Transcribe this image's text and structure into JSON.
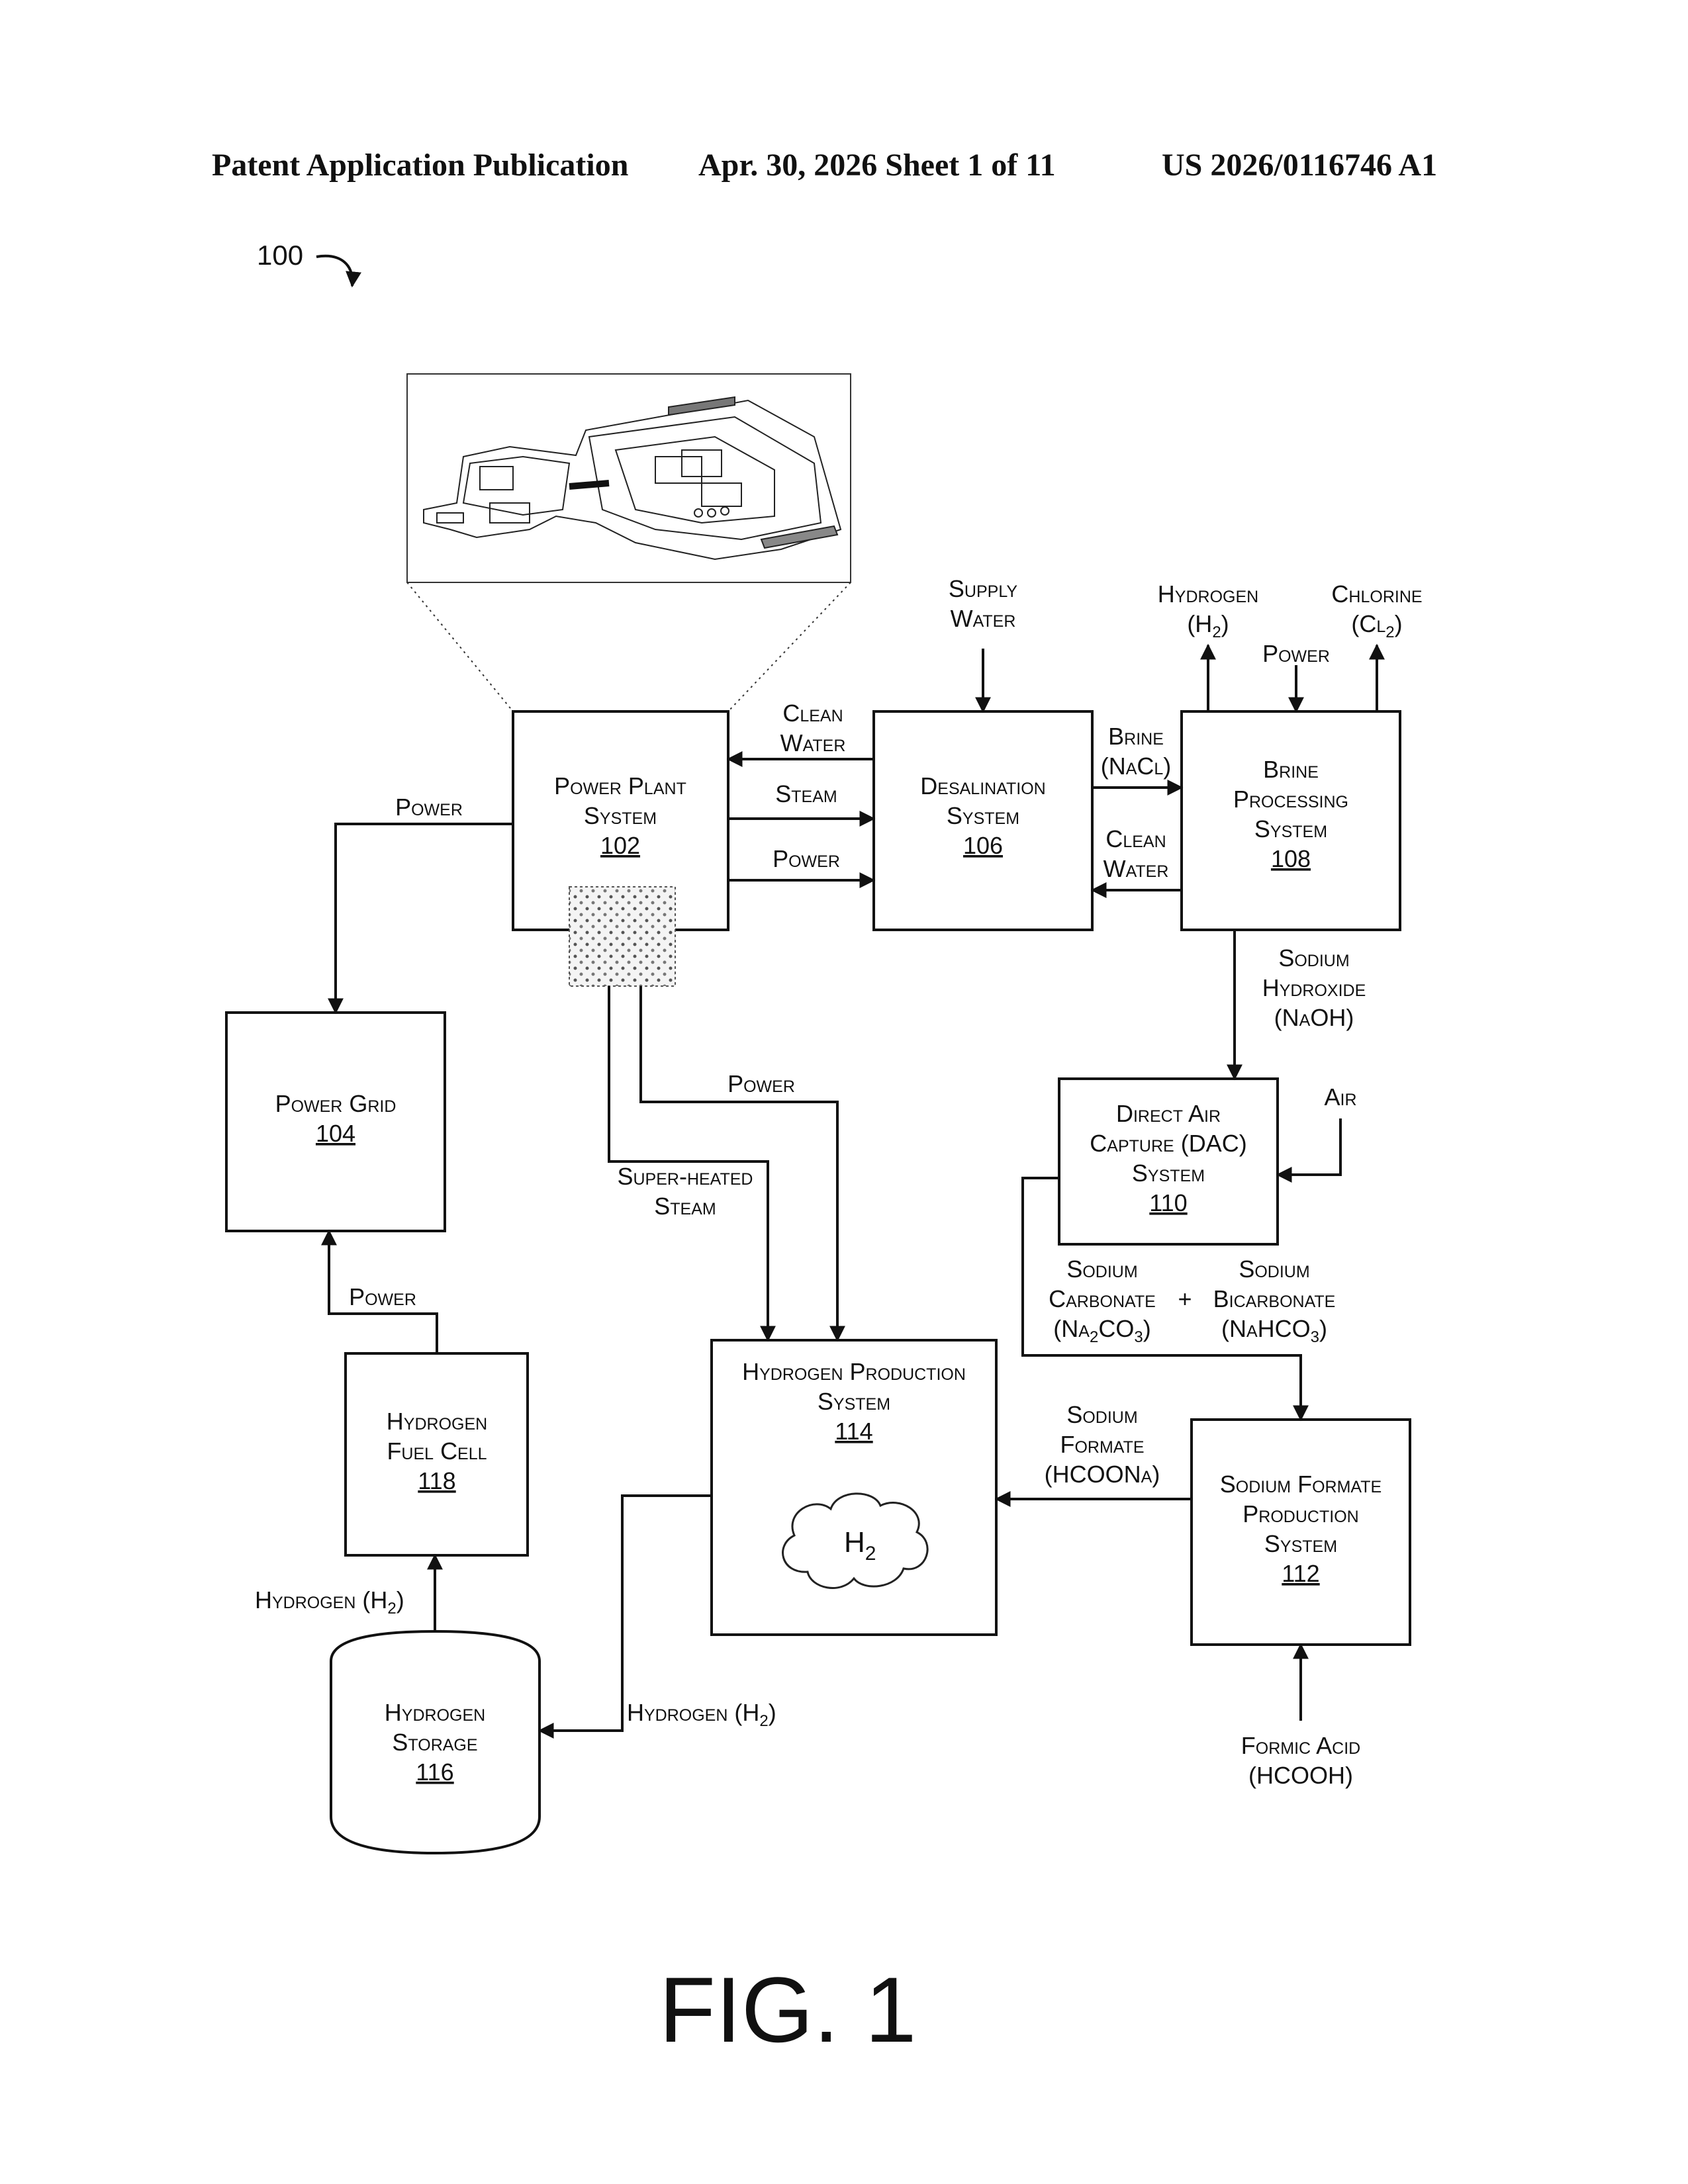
{
  "header": {
    "left": "Patent Application Publication",
    "middle": "Apr. 30, 2026  Sheet 1 of 11",
    "right": "US 2026/0116746 A1"
  },
  "figure_ref": "100",
  "figure_caption": "FIG. 1",
  "blocks": {
    "power_plant": {
      "l1": "Power Plant",
      "l2": "System",
      "num": "102"
    },
    "power_grid": {
      "l1": "Power Grid",
      "num": "104"
    },
    "desalination": {
      "l1": "Desalination",
      "l2": "System",
      "num": "106"
    },
    "brine": {
      "l1": "Brine",
      "l2": "Processing",
      "l3": "System",
      "num": "108"
    },
    "dac": {
      "l1": "Direct Air",
      "l2": "Capture (DAC)",
      "l3": "System",
      "num": "110"
    },
    "formate": {
      "l1": "Sodium Formate",
      "l2": "Production",
      "l3": "System",
      "num": "112"
    },
    "h2prod": {
      "l1": "Hydrogen Production",
      "l2": "System",
      "num": "114",
      "cloud": "H",
      "cloud_sub": "2"
    },
    "storage": {
      "l1": "Hydrogen",
      "l2": "Storage",
      "num": "116"
    },
    "fuelcell": {
      "l1": "Hydrogen",
      "l2": "Fuel Cell",
      "num": "118"
    }
  },
  "flows": {
    "supply_water": {
      "l1": "Supply",
      "l2": "Water"
    },
    "clean_water_1": {
      "l1": "Clean",
      "l2": "Water"
    },
    "steam": "Steam",
    "power_1": "Power",
    "power_grid_in": "Power",
    "brine_out": {
      "l1": "Brine",
      "l2": "(NaCl)"
    },
    "clean_water_2": {
      "l1": "Clean",
      "l2": "Water"
    },
    "hydrogen_top": {
      "l1": "Hydrogen",
      "l2a": "(H",
      "l2sub": "2",
      "l2b": ")"
    },
    "power_brine": "Power",
    "chlorine": {
      "l1": "Chlorine",
      "l2a": "(Cl",
      "l2sub": "2",
      "l2b": ")"
    },
    "naoh": {
      "l1": "Sodium",
      "l2": "Hydroxide",
      "l3": "(NaOH)"
    },
    "air": "Air",
    "sodium_carbonate": {
      "l1": "Sodium",
      "l2": "Carbonate",
      "l3a": "(Na",
      "l3sub1": "2",
      "l3b": "CO",
      "l3sub2": "3",
      "l3c": ")"
    },
    "plus": "+",
    "sodium_bicarbonate": {
      "l1": "Sodium",
      "l2": "Bicarbonate",
      "l3a": "(NaHCO",
      "l3sub": "3",
      "l3b": ")"
    },
    "sodium_formate": {
      "l1": "Sodium",
      "l2": "Formate",
      "l3": "(HCOONa)"
    },
    "formic_acid": {
      "l1": "Formic Acid",
      "l2": "(HCOOH)"
    },
    "power_h2": "Power",
    "superheated": {
      "l1": "Super-heated",
      "l2": "Steam"
    },
    "hydrogen_storage_in": {
      "a": "Hydrogen (H",
      "sub": "2",
      "b": ")"
    },
    "hydrogen_fuel_in": {
      "a": "Hydrogen (H",
      "sub": "2",
      "b": ")"
    },
    "power_fuelcell": "Power"
  }
}
